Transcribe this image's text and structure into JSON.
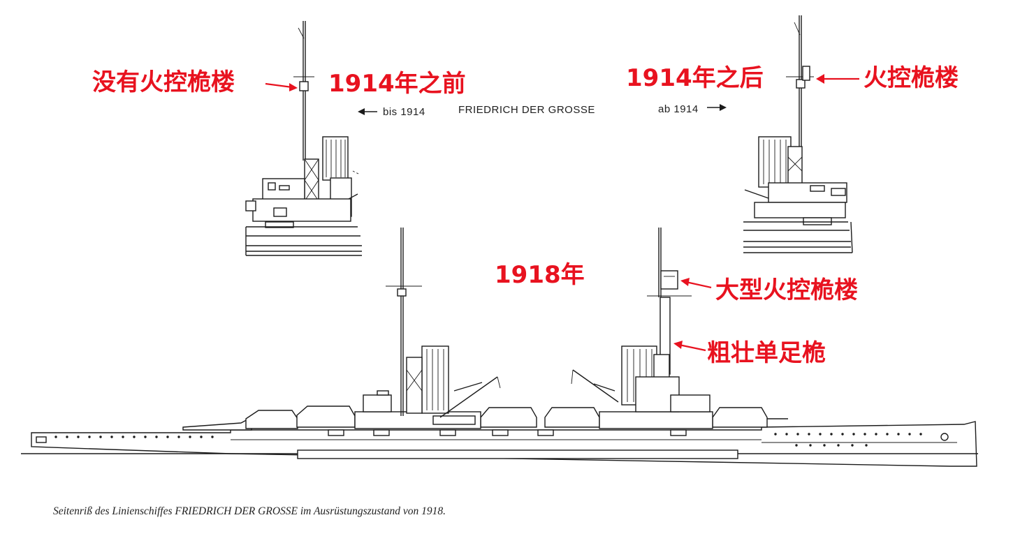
{
  "annotations": {
    "no_fire_control_top": "没有火控桅楼",
    "before_1914": "1914年之前",
    "after_1914": "1914年之后",
    "fire_control_top": "火控桅楼",
    "year_1918": "1918年",
    "large_fire_control_top": "大型火控桅楼",
    "sturdy_pole_mast": "粗壮单足桅"
  },
  "drawing_labels": {
    "bis_1914": "bis 1914",
    "ship_name": "FRIEDRICH DER GROSSE",
    "ab_1914": "ab 1914"
  },
  "caption": "Seitenriß des Linienschiffes FRIEDRICH DER GROSSE im Ausrüstungszustand von 1918.",
  "colors": {
    "annotation_red": "#e8121f",
    "line_black": "#1b1b1b",
    "background": "#ffffff"
  }
}
